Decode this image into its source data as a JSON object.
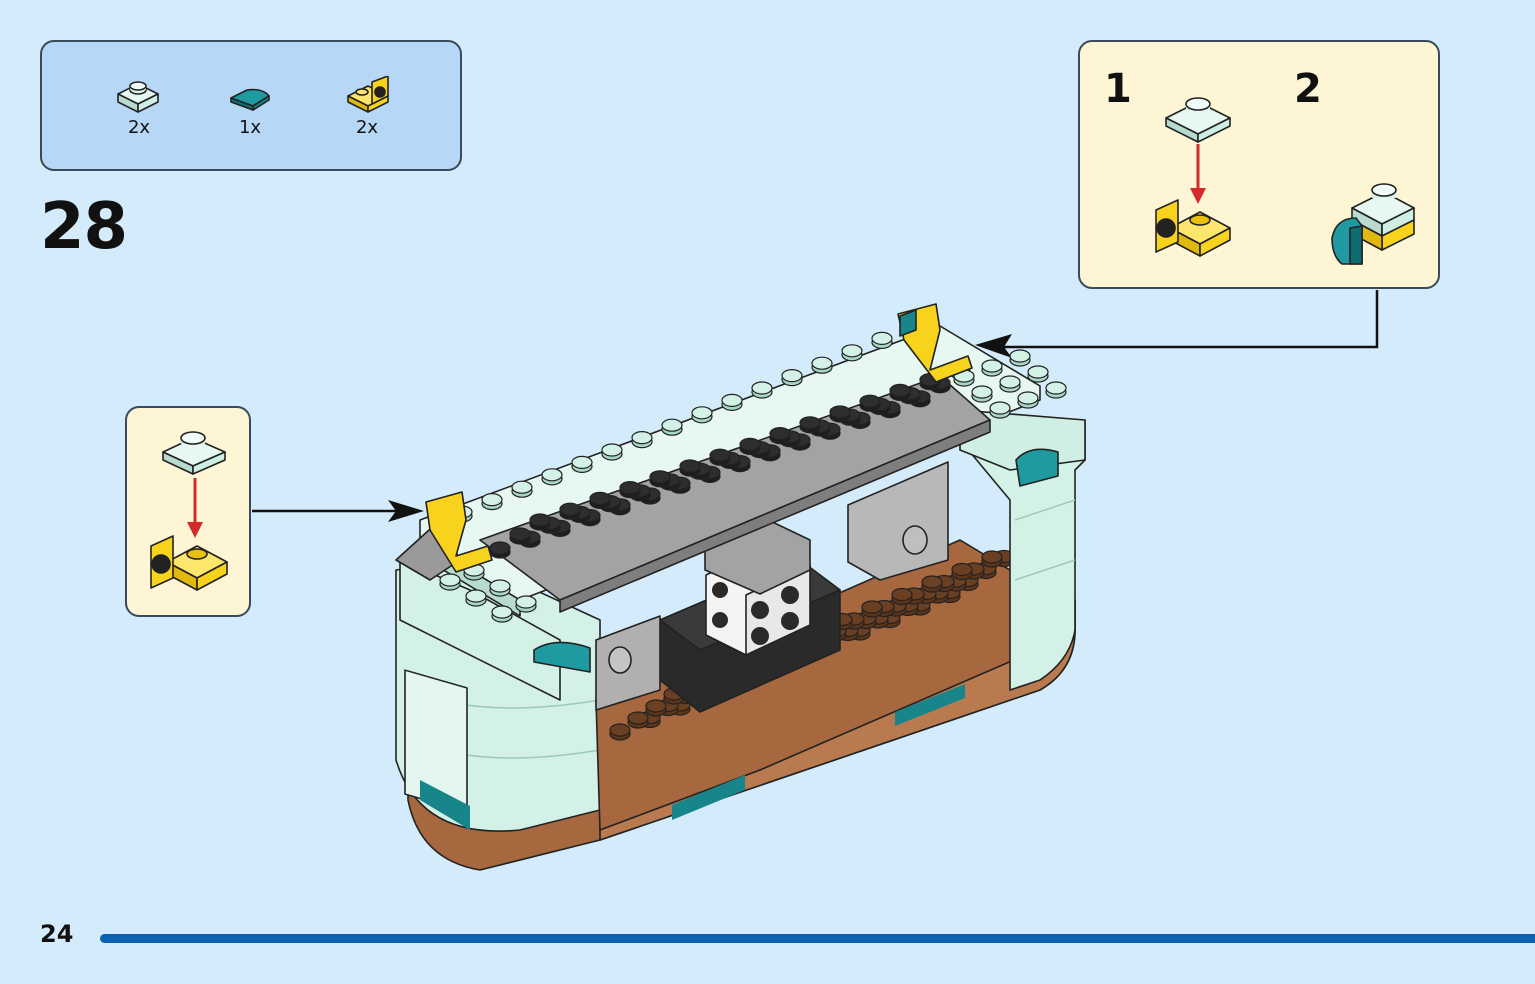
{
  "parts_list": [
    {
      "icon": "light-aqua-plate-1x1-icon",
      "qty": "2x",
      "color": "#cfeee4"
    },
    {
      "icon": "dark-turquoise-curved-tile-icon",
      "qty": "1x",
      "color": "#17858a"
    },
    {
      "icon": "yellow-bracket-plate-icon",
      "qty": "2x",
      "color": "#f7d31e"
    }
  ],
  "step_number": "28",
  "callout_main": {
    "sub_steps": [
      "1",
      "2"
    ]
  },
  "page_number": "24",
  "colors": {
    "background": "#d4ebfb",
    "parts_box": "#b6d8f6",
    "callout": "#fdf5d4",
    "light_aqua": "#cfeee4",
    "medium_stone_grey": "#a3a3a3",
    "reddish_brown": "#a7683f",
    "dark_turquoise": "#17858a",
    "yellow": "#f7d31e",
    "black": "#2a2a2a",
    "progress": "#0b62b2",
    "arrow_red": "#d22a2a"
  }
}
